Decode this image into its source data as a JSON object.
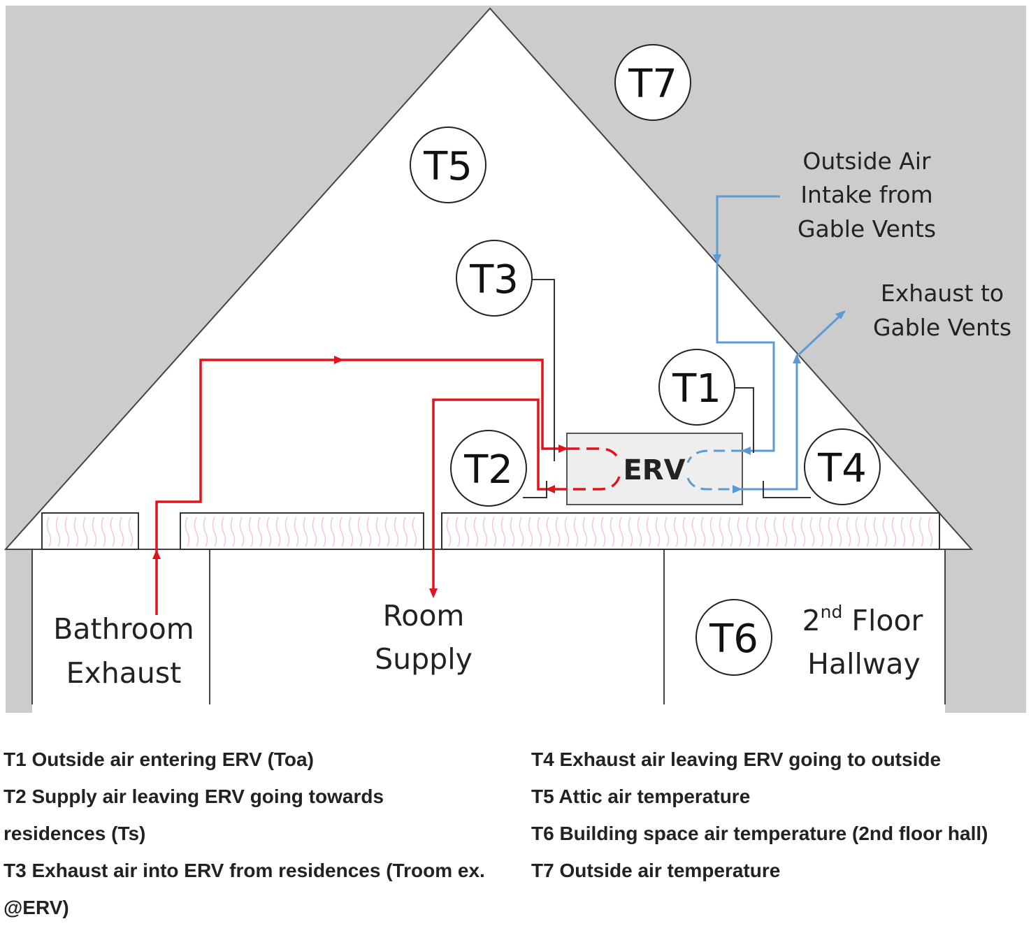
{
  "sensors": {
    "t1": "T1",
    "t2": "T2",
    "t3": "T3",
    "t4": "T4",
    "t5": "T5",
    "t6": "T6",
    "t7": "T7"
  },
  "labels": {
    "erv": "ERV",
    "outside_intake": [
      "Outside Air",
      "Intake from",
      "Gable Vents"
    ],
    "exhaust_gable": [
      "Exhaust to",
      "Gable Vents"
    ],
    "bathroom": [
      "Bathroom",
      "Exhaust"
    ],
    "room_supply": [
      "Room",
      "Supply"
    ],
    "hallway_line1_prefix": "2",
    "hallway_line1_sup": "nd",
    "hallway_line1_suffix": " Floor",
    "hallway_line2": "Hallway"
  },
  "legend": {
    "left": [
      "T1 Outside air entering ERV (Toa)",
      "T2 Supply air leaving ERV going towards residences (Ts)",
      "T3 Exhaust air into ERV from residences (Troom ex. @ERV)"
    ],
    "right": [
      "T4 Exhaust air leaving ERV going to outside",
      "T5 Attic air temperature",
      "T6 Building space air temperature (2nd floor hall)",
      "T7 Outside air temperature"
    ]
  },
  "colors": {
    "background_gray": "#cccccc",
    "supply_red": "#e0151c",
    "outside_blue": "#5b9bd5",
    "insulation_pink": "#f2c4e4",
    "erv_fill": "#eeeeee"
  }
}
